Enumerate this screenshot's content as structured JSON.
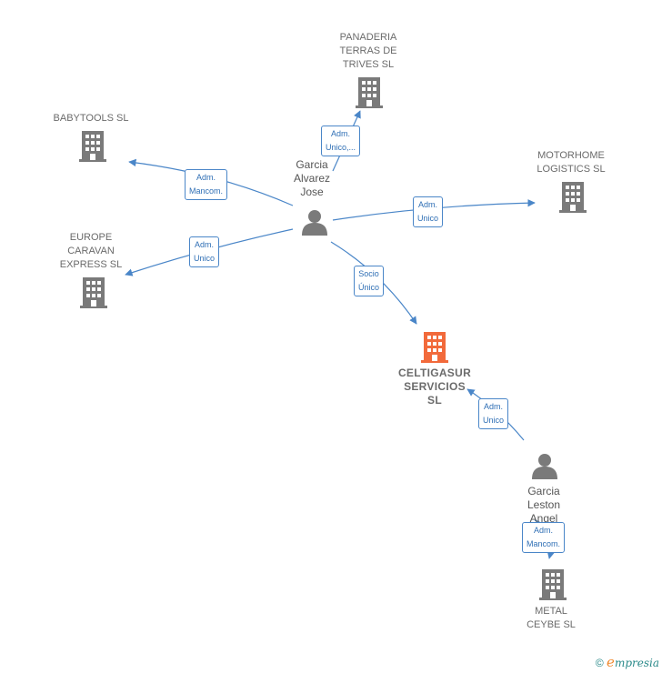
{
  "colors": {
    "node": "#7a7a7a",
    "focus": "#f26a3b",
    "edge": "#4a86c8",
    "edge_text": "#2f6fb5"
  },
  "nodes": {
    "panaderia": {
      "type": "company",
      "lines": [
        "PANADERIA",
        "TERRAS DE",
        "TRIVES SL"
      ]
    },
    "babytools": {
      "type": "company",
      "lines": [
        "BABYTOOLS SL"
      ]
    },
    "motorhome": {
      "type": "company",
      "lines": [
        "MOTORHOME",
        "LOGISTICS SL"
      ]
    },
    "europe": {
      "type": "company",
      "lines": [
        "EUROPE",
        "CARAVAN",
        "EXPRESS SL"
      ]
    },
    "celtigasur": {
      "type": "company-focus",
      "lines": [
        "CELTIGASUR",
        "SERVICIOS",
        "SL"
      ]
    },
    "metal": {
      "type": "company",
      "lines": [
        "METAL",
        "CEYBE SL"
      ]
    },
    "garcia_alvarez": {
      "type": "person",
      "lines": [
        "Garcia",
        "Alvarez",
        "Jose"
      ]
    },
    "garcia_leston": {
      "type": "person",
      "lines": [
        "Garcia",
        "Leston",
        "Angel"
      ]
    }
  },
  "edges": [
    {
      "id": "e1",
      "lines": [
        "Adm.",
        "Unico,..."
      ]
    },
    {
      "id": "e2",
      "lines": [
        "Adm.",
        "Mancom."
      ]
    },
    {
      "id": "e3",
      "lines": [
        "Adm.",
        "Unico"
      ]
    },
    {
      "id": "e4",
      "lines": [
        "Adm.",
        "Unico"
      ]
    },
    {
      "id": "e5",
      "lines": [
        "Socio",
        "Único"
      ]
    },
    {
      "id": "e6",
      "lines": [
        "Adm.",
        "Unico"
      ]
    },
    {
      "id": "e7",
      "lines": [
        "Adm.",
        "Mancom."
      ]
    }
  ],
  "footer": {
    "copyright": "©",
    "brand_first": "e",
    "brand_rest": "mpresia"
  }
}
